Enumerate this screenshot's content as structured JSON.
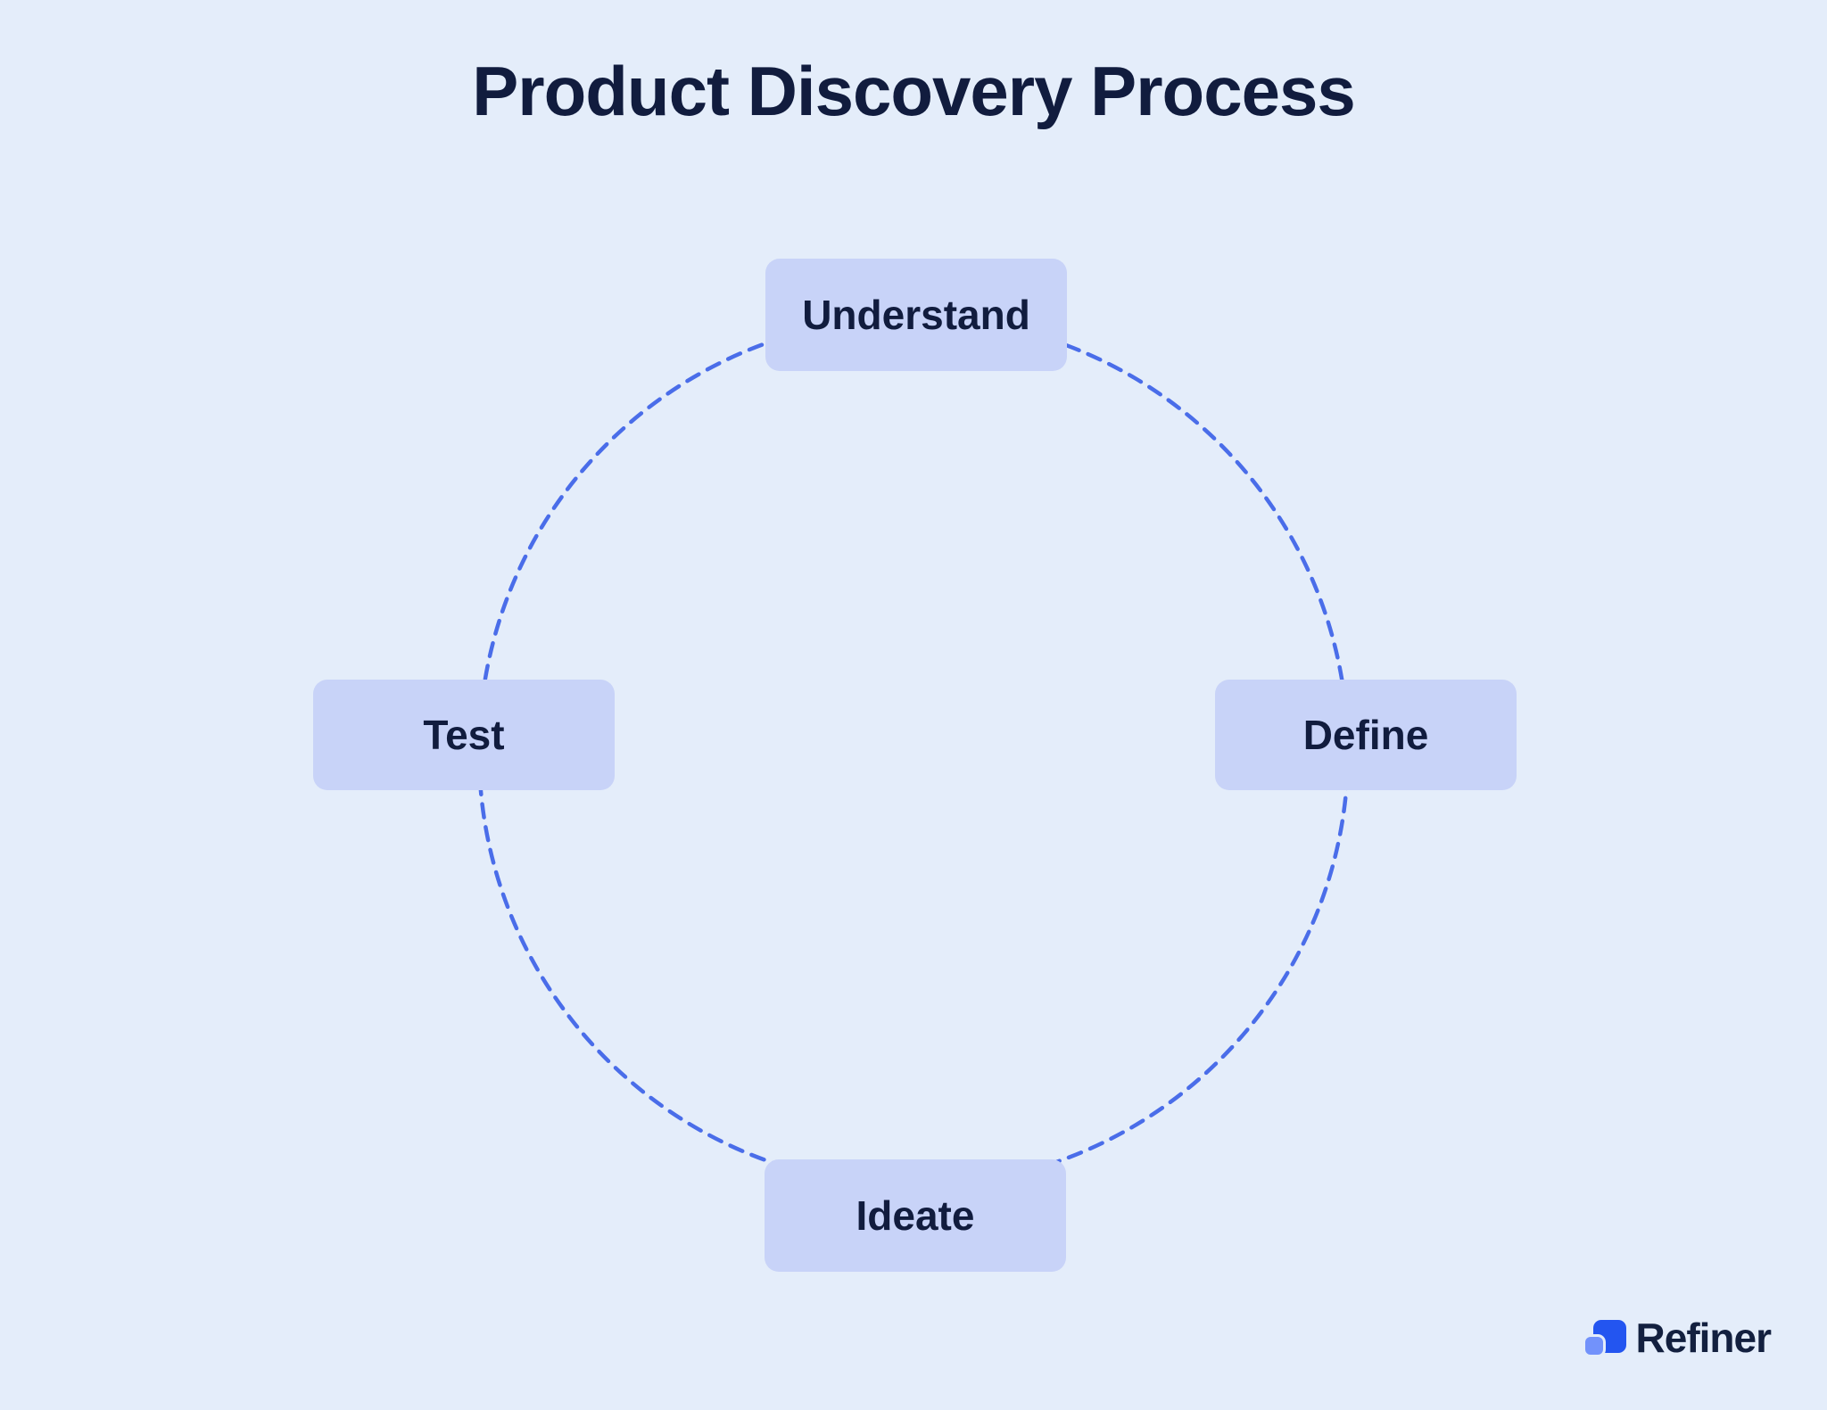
{
  "title": "Product Discovery Process",
  "diagram": {
    "shape": "dashed-circle-cycle",
    "nodes": [
      {
        "label": "Understand",
        "position": "top"
      },
      {
        "label": "Define",
        "position": "right"
      },
      {
        "label": "Ideate",
        "position": "bottom"
      },
      {
        "label": "Test",
        "position": "left"
      }
    ]
  },
  "branding": {
    "logo_text": "Refiner"
  },
  "colors": {
    "background": "#e4edfa",
    "node_fill": "#c8d3f8",
    "text_dark": "#111c3e",
    "circle_dash": "#4a6de9",
    "logo_primary": "#2355f0",
    "logo_secondary": "#7292fb"
  }
}
